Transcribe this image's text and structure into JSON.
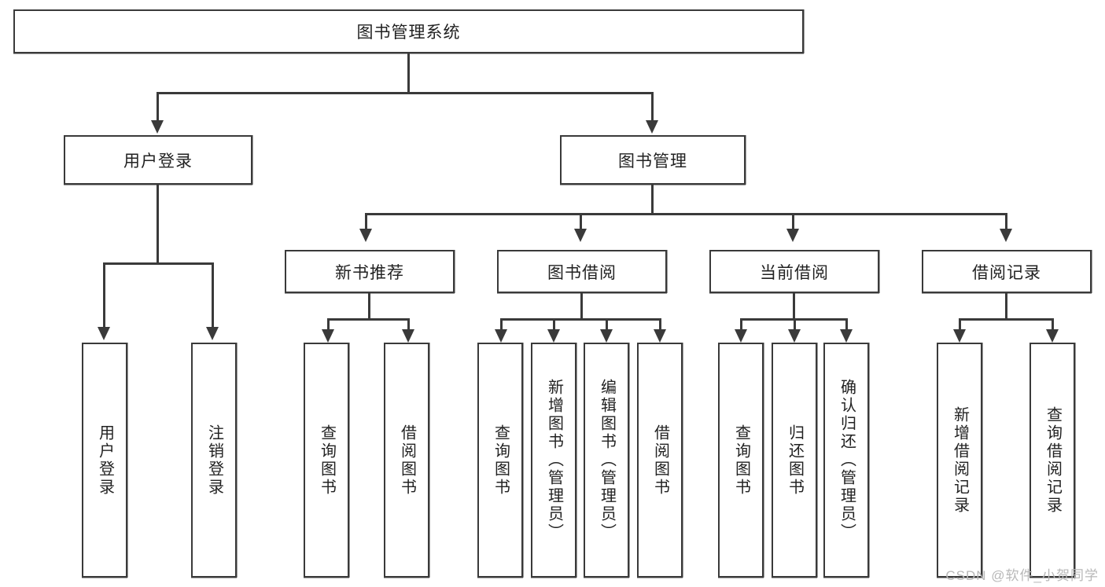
{
  "diagram": {
    "type": "tree",
    "title": "图书管理系统",
    "root": {
      "label": "图书管理系统"
    },
    "level1": [
      {
        "label": "用户登录"
      },
      {
        "label": "图书管理"
      }
    ],
    "level2": [
      {
        "label": "新书推荐"
      },
      {
        "label": "图书借阅"
      },
      {
        "label": "当前借阅"
      },
      {
        "label": "借阅记录"
      }
    ],
    "leaves": {
      "user_login": [
        {
          "label": "用户登录"
        },
        {
          "label": "注销登录"
        }
      ],
      "new_book_recommend": [
        {
          "label": "查询图书"
        },
        {
          "label": "借阅图书"
        }
      ],
      "book_borrow": [
        {
          "label": "查询图书"
        },
        {
          "label": "新增图书（管理员）"
        },
        {
          "label": "编辑图书（管理员）"
        },
        {
          "label": "借阅图书"
        }
      ],
      "current_borrow": [
        {
          "label": "查询图书"
        },
        {
          "label": "归还图书"
        },
        {
          "label": "确认归还（管理员）"
        }
      ],
      "borrow_record": [
        {
          "label": "新增借阅记录"
        },
        {
          "label": "查询借阅记录"
        }
      ]
    }
  },
  "watermark": {
    "text": "CSDN @软件_小贺同学"
  },
  "colors": {
    "stroke": "#3a3a3a",
    "box_fill": "#ffffff",
    "text": "#222222",
    "watermark": "#b8b8b8"
  }
}
